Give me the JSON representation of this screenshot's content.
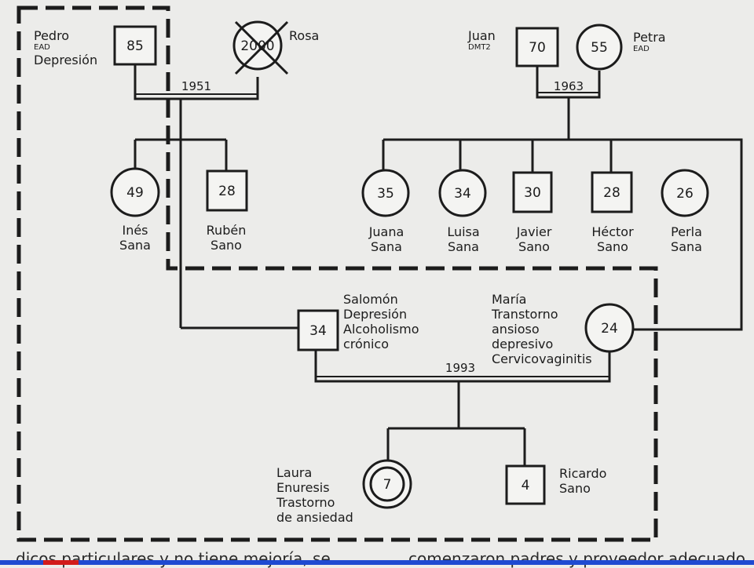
{
  "marriages": {
    "pedro_rosa": "1951",
    "juan_petra": "1963",
    "salomon_maria": "1993"
  },
  "people": {
    "pedro": {
      "age": "85",
      "name": "Pedro",
      "sub": "EAD",
      "cond": "Depresión"
    },
    "rosa": {
      "age": "2000",
      "name": "Rosa"
    },
    "juan": {
      "age": "70",
      "name": "Juan",
      "sub": "DMT2"
    },
    "petra": {
      "age": "55",
      "name": "Petra",
      "sub": "EAD"
    },
    "ines": {
      "age": "49",
      "name": "Inés",
      "cond": "Sana"
    },
    "ruben": {
      "age": "28",
      "name": "Rubén",
      "cond": "Sano"
    },
    "juana": {
      "age": "35",
      "name": "Juana",
      "cond": "Sana"
    },
    "luisa": {
      "age": "34",
      "name": "Luisa",
      "cond": "Sana"
    },
    "javier": {
      "age": "30",
      "name": "Javier",
      "cond": "Sano"
    },
    "hector": {
      "age": "28",
      "name": "Héctor",
      "cond": "Sano"
    },
    "perla": {
      "age": "26",
      "name": "Perla",
      "cond": "Sana"
    },
    "salomon": {
      "age": "34",
      "name": "Salomón",
      "lines": [
        "Depresión",
        "Alcoholismo",
        "crónico"
      ]
    },
    "maria": {
      "age": "24",
      "name": "María",
      "lines": [
        "Transtorno",
        "ansioso",
        "depresivo",
        "Cervicovaginitis"
      ]
    },
    "laura": {
      "age": "7",
      "name": "Laura",
      "lines": [
        "Enuresis",
        "Trastorno",
        "de ansiedad"
      ]
    },
    "ricardo": {
      "age": "4",
      "name": "Ricardo",
      "cond": "Sano"
    }
  },
  "page_text": {
    "left": "dicos particulares y no tiene mejoría, se",
    "right": "comenzaron padres y proveedor adecuado"
  },
  "colors": {
    "ink": "#1c1c1c",
    "paper": "#ececea",
    "bottom_bar": "#1f4ad1",
    "bottom_accent": "#d21b1b"
  }
}
